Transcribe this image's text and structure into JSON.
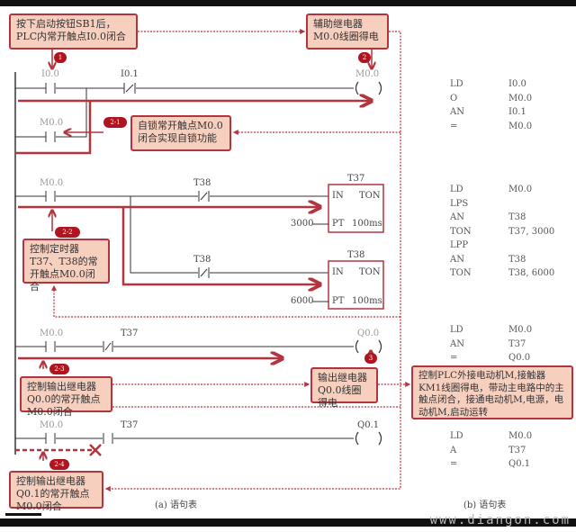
{
  "notes": {
    "n1": "按下启动按钮SB1后，PLC内常开触点I0.0闭合",
    "n2": "辅助继电器M0.0线圈得电",
    "n21": "自锁常开触点M0.0闭合实现自锁功能",
    "n22": "控制定时器T37、T38的常开触点M0.0闭合",
    "n23": "控制输出继电器Q0.0的常开触点M0.0闭合",
    "n3": "输出继电器Q0.0线圈得电",
    "nmotor": "控制PLC外接电动机M,接触器KM1线圈得电，带动主电路中的主触点闭合，接通电动机M,电源，电动机M,启动运转",
    "n24": "控制输出继电器Q0.1的常开触点M0.0闭合"
  },
  "badges": [
    "1",
    "2",
    "2-1",
    "2-2",
    "2-3",
    "3",
    "2-4"
  ],
  "ladder": {
    "r1": {
      "c1": "I0.0",
      "c2": "I0.1",
      "coil": "M0.0",
      "c3": "M0.0"
    },
    "r2": {
      "c1": "M0.0",
      "c2": "T38",
      "timer": "T37",
      "in": "IN",
      "ton": "TON",
      "pt": "PT",
      "unit": "100ms",
      "preset": "3000"
    },
    "r3": {
      "c2": "T38",
      "timer": "T38",
      "in": "IN",
      "ton": "TON",
      "pt": "PT",
      "unit": "100ms",
      "preset": "6000"
    },
    "r4": {
      "c1": "M0.0",
      "c2": "T37",
      "coil": "Q0.0"
    },
    "r5": {
      "c1": "M0.0",
      "c2": "T37",
      "coil": "Q0.1"
    }
  },
  "stl": [
    [
      [
        "LD",
        "I0.0"
      ],
      [
        "O",
        "M0.0"
      ],
      [
        "AN",
        "I0.1"
      ],
      [
        "=",
        "M0.0"
      ]
    ],
    [
      [
        "LD",
        "M0.0"
      ],
      [
        "LPS",
        ""
      ],
      [
        "AN",
        "T38"
      ],
      [
        "TON",
        "T37, 3000"
      ],
      [
        "LPP",
        ""
      ],
      [
        "AN",
        "T38"
      ],
      [
        "TON",
        "T38, 6000"
      ]
    ],
    [
      [
        "LD",
        "M0.0"
      ],
      [
        "AN",
        "T37"
      ],
      [
        "=",
        "Q0.0"
      ]
    ],
    [
      [
        "LD",
        "M0.0"
      ],
      [
        "A",
        "T37"
      ],
      [
        "=",
        "Q0.1"
      ]
    ]
  ],
  "captions": {
    "a": "(a) 语句表",
    "b": "(b) 语句表"
  },
  "watermark": "www.diangon.com",
  "colors": {
    "accent": "#b3343d",
    "note_bg": "#f7cfbf",
    "line": "#333333"
  }
}
